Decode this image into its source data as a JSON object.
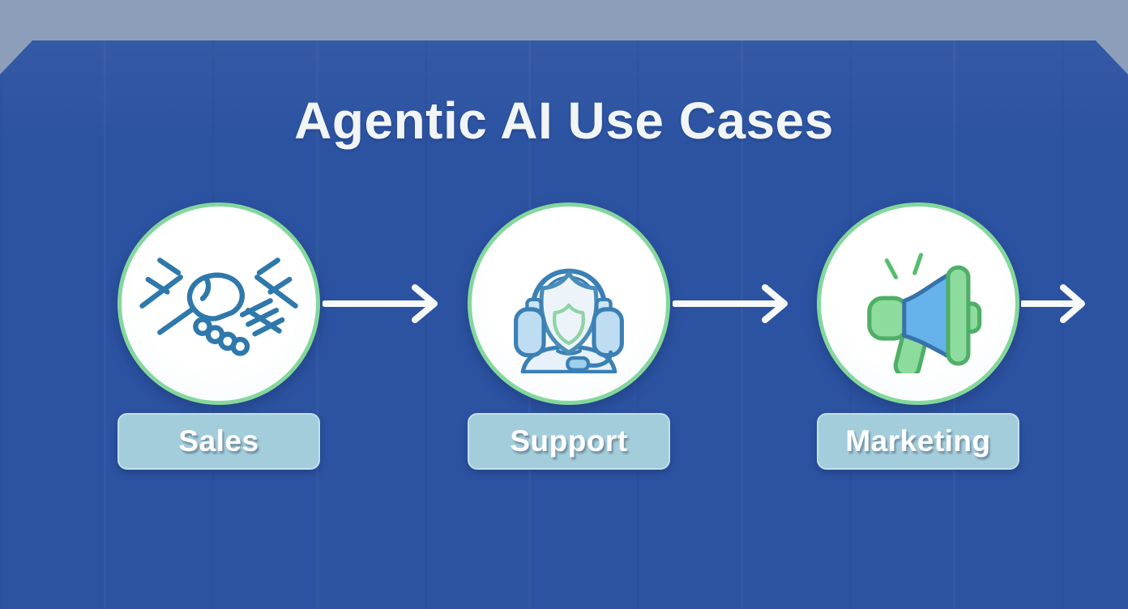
{
  "title": "Agentic AI Use Cases",
  "steps": [
    {
      "label": "Sales",
      "icon": "handshake-icon"
    },
    {
      "label": "Support",
      "icon": "support-agent-icon"
    },
    {
      "label": "Marketing",
      "icon": "megaphone-icon"
    }
  ],
  "arrows": {
    "count": 3,
    "icon": "arrow-right-icon",
    "direction": "right"
  },
  "colors": {
    "top_band": "#8C9EBA",
    "panel_blue": "#2C53A2",
    "title_text": "#F2F5F6",
    "circle_border_green": "#84D79B",
    "circle_fill": "#FDFEFF",
    "label_background": "#A4CDDC",
    "label_border": "#C2DFEA",
    "label_text": "#FFFFFF",
    "arrow_white": "#F7F9FA",
    "handshake_stroke_blue": "#2E78AB",
    "support_outline_blue": "#3A80B5",
    "support_fill_light_blue": "#CDE5F4",
    "support_shield_green": "#8FD3A6",
    "megaphone_green_fill": "#8EDC9D",
    "megaphone_green_stroke": "#4FAF67",
    "megaphone_cone_blue": "#67B2EB",
    "megaphone_cone_stroke": "#3673A9"
  }
}
